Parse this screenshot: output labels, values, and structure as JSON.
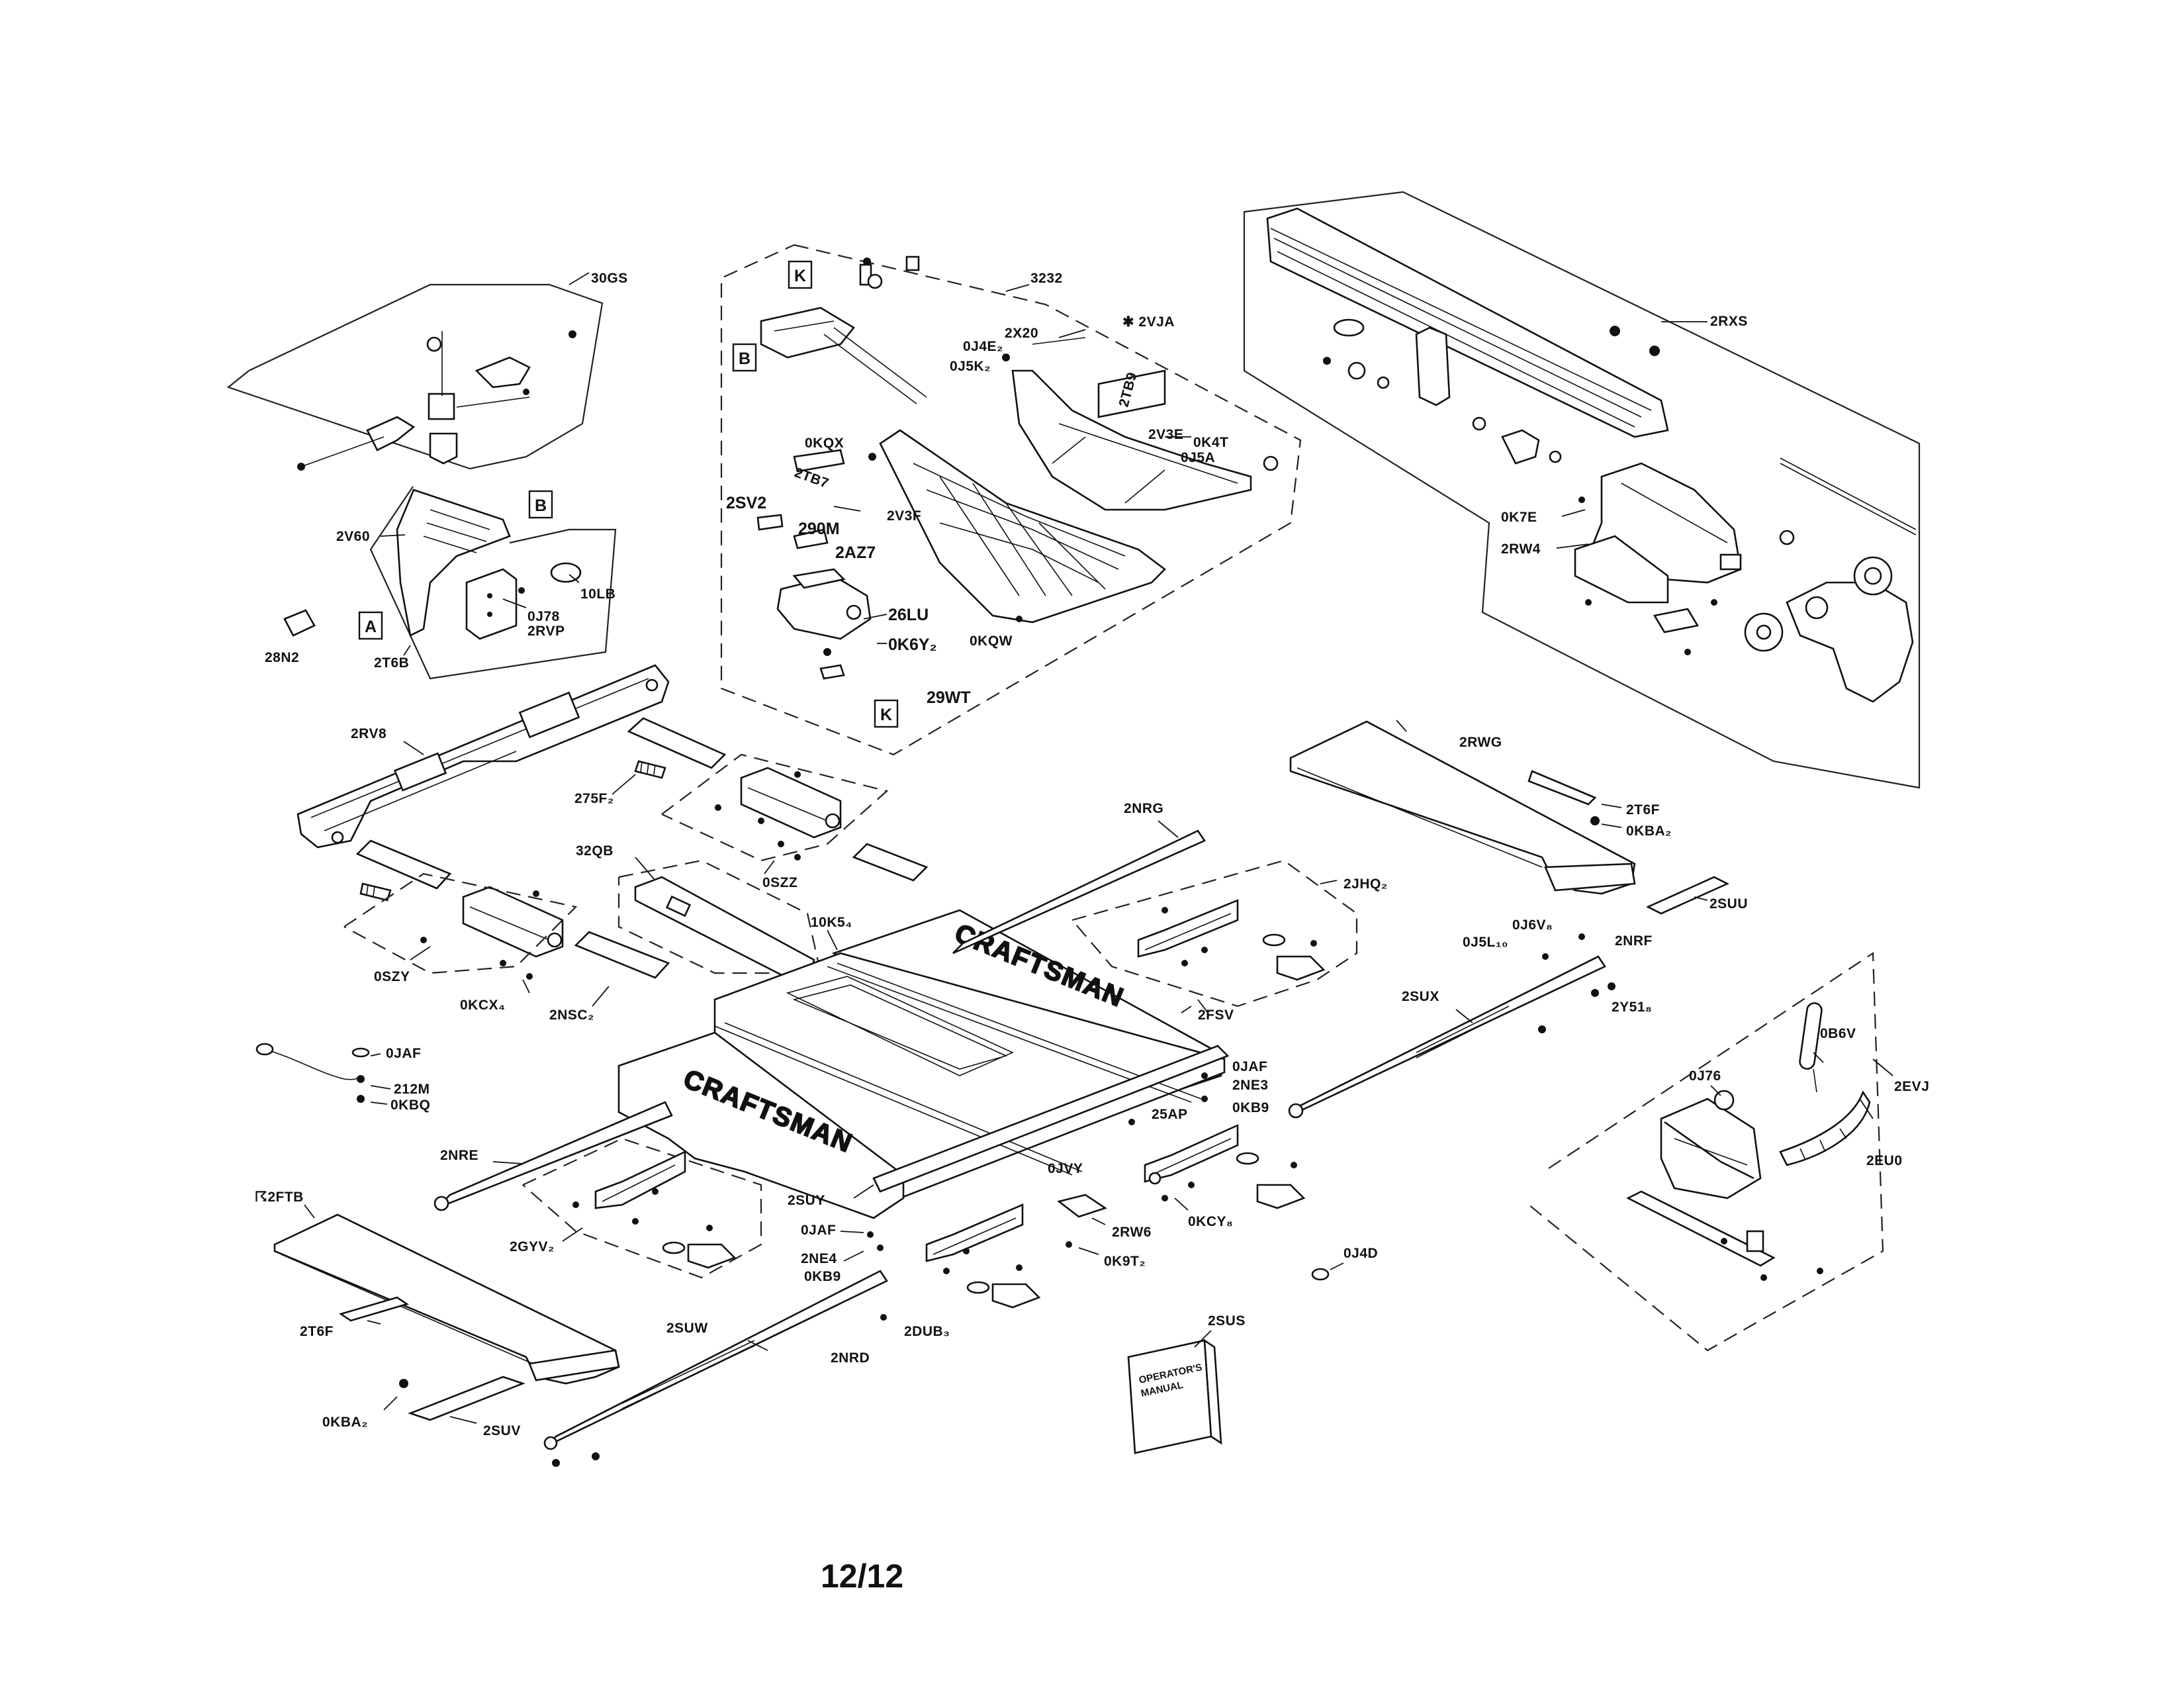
{
  "page_number": "12/12",
  "brand_text": "CRAFTSMAN",
  "manual_cover_text": [
    "OPERATOR'S",
    "MANUAL"
  ],
  "callout_letters": {
    "b_top": "B",
    "b_left": "B",
    "a": "A",
    "k_top": "K",
    "k_bottom": "K"
  },
  "parts": {
    "p30GS": "30GS",
    "p2V60": "2V60",
    "p10LB": "10LB",
    "p0J78": "0J78",
    "p2RVP": "2RVP",
    "p2T6B": "2T6B",
    "p28N2": "28N2",
    "p3232": "3232",
    "p2X20": "2X20",
    "p2VJA": "✱ 2VJA",
    "p0J4E2": "0J4E₂",
    "p0J5K2": "0J5K₂",
    "p2TB9": "2TB9",
    "p2V3E": "2V3E",
    "p0K4T": "0K4T",
    "p0J5A": "0J5A",
    "p0KQX": "0KQX",
    "p2TB7": "2TB7",
    "p2SV2": "2SV2",
    "p2V3F": "2V3F",
    "p290M": "290M",
    "p2AZ7": "2AZ7",
    "p26LU": "26LU",
    "p0K6Y2": "0K6Y₂",
    "p0KQW": "0KQW",
    "p29WT": "29WT",
    "p2RXS": "2RXS",
    "p0K7E": "0K7E",
    "p2RW4": "2RW4",
    "p2RV8": "2RV8",
    "p275F2": "275F₂",
    "p0SZZ": "0SZZ",
    "p32QB": "32QB",
    "p10K54": "10K5₄",
    "p0SZY": "0SZY",
    "p0KCX4": "0KCX₄",
    "p2NSC2": "2NSC₂",
    "p0JAF_a": "0JAF",
    "p212M": "212M",
    "p0KBQ": "0KBQ",
    "p2NRE": "2NRE",
    "p2FTB": "☈2FTB",
    "p2GYV2": "2GYV₂",
    "p2SUY": "2SUY",
    "p0JAF_b": "0JAF",
    "p2NE4": "2NE4",
    "p0KB9_a": "0KB9",
    "p2T6F_a": "2T6F",
    "p0KBA2_a": "0KBA₂",
    "p2SUV": "2SUV",
    "p2SUW": "2SUW",
    "p2NRD": "2NRD",
    "p2DUB3": "2DUB₃",
    "p2RW6": "2RW6",
    "p0K9T2": "0K9T₂",
    "p0JVY": "0JVY",
    "p25AP": "25AP",
    "p0JAF_c": "0JAF",
    "p2NE3": "2NE3",
    "p0KB9_b": "0KB9",
    "p0KCY8": "0KCY₈",
    "p2FSV": "2FSV",
    "p2JHQ2": "2JHQ₂",
    "p2NRG": "2NRG",
    "p2RWG": "2RWG",
    "p2T6F_b": "2T6F",
    "p0KBA2_b": "0KBA₂",
    "p2SUU": "2SUU",
    "p0J6V8": "0J6V₈",
    "p0J5L10": "0J5L₁₀",
    "p2NRF": "2NRF",
    "p2SUX": "2SUX",
    "p2Y518": "2Y51₈",
    "p0J4D": "0J4D",
    "p2SUS": "2SUS",
    "p0B6V": "0B6V",
    "p0J76": "0J76",
    "p2EVJ": "2EVJ",
    "p2EU0": "2EU0"
  }
}
